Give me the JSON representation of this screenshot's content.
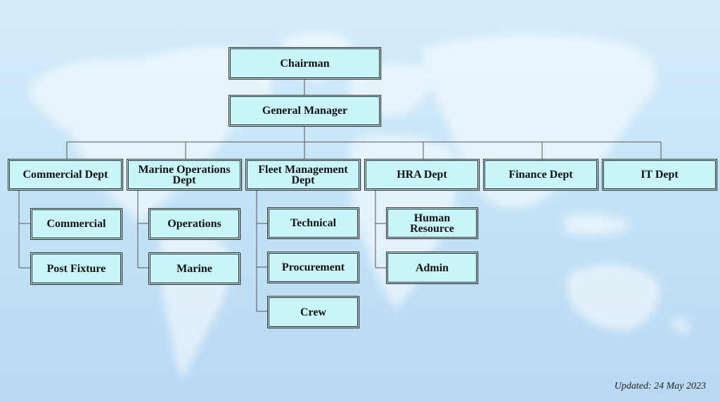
{
  "chairman": "Chairman",
  "general_manager": "General Manager",
  "departments": [
    {
      "name": "Commercial Dept",
      "children": [
        "Commercial",
        "Post Fixture"
      ]
    },
    {
      "name": "Marine Operations Dept",
      "children": [
        "Operations",
        "Marine"
      ]
    },
    {
      "name": "Fleet Management Dept",
      "children": [
        "Technical",
        "Procurement",
        "Crew"
      ]
    },
    {
      "name": "HRA Dept",
      "children": [
        "Human Resource",
        "Admin"
      ]
    },
    {
      "name": "Finance Dept",
      "children": []
    },
    {
      "name": "IT Dept",
      "children": []
    }
  ],
  "updated": "Updated: 24 May 2023",
  "colors": {
    "box_fill": "#c9f6fb",
    "box_border": "#2a2a2a",
    "background": "#c6e4f7"
  }
}
